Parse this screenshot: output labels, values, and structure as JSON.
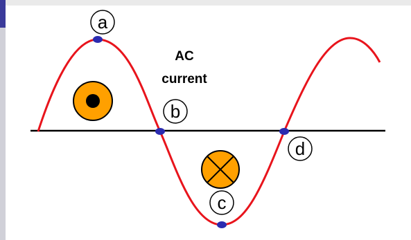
{
  "diagram": {
    "title_lines": [
      "AC",
      "current"
    ],
    "point_labels": [
      "a",
      "b",
      "c",
      "d"
    ],
    "colors": {
      "wave": "#e8141c",
      "axis": "#000000",
      "point": "#2b2bb0",
      "symbol_fill": "#ffa000",
      "background": "#ffffff"
    },
    "symbols": [
      {
        "name": "out-of-page-symbol",
        "meaning": "dot-in-circle"
      },
      {
        "name": "into-page-symbol",
        "meaning": "cross-in-circle"
      }
    ]
  }
}
